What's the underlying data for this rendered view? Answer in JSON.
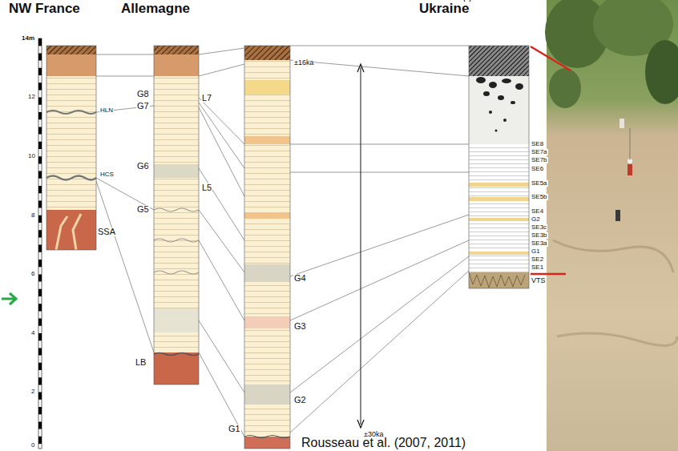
{
  "diagram": {
    "caption": "Rousseau et al. (2007, 2011)",
    "labels": [
      "NW France",
      "Allemagne",
      "Ukraine",
      "14m",
      "12",
      "10",
      "8",
      "6",
      "4",
      "2",
      "0",
      "HLN",
      "HCS",
      "SSA",
      "G8",
      "G7",
      "G6",
      "G5",
      "L7",
      "L5",
      "LB",
      "±16ka",
      "G4",
      "G3",
      "G2",
      "G1",
      "±30ka",
      "SE8",
      "SE7a",
      "SE7b",
      "SE6",
      "SE5a",
      "SE5b",
      "SE4",
      "G2",
      "SE3c",
      "SE3b",
      "SE3a",
      "G1",
      "SE2",
      "SE1",
      "VTS"
    ]
  }
}
